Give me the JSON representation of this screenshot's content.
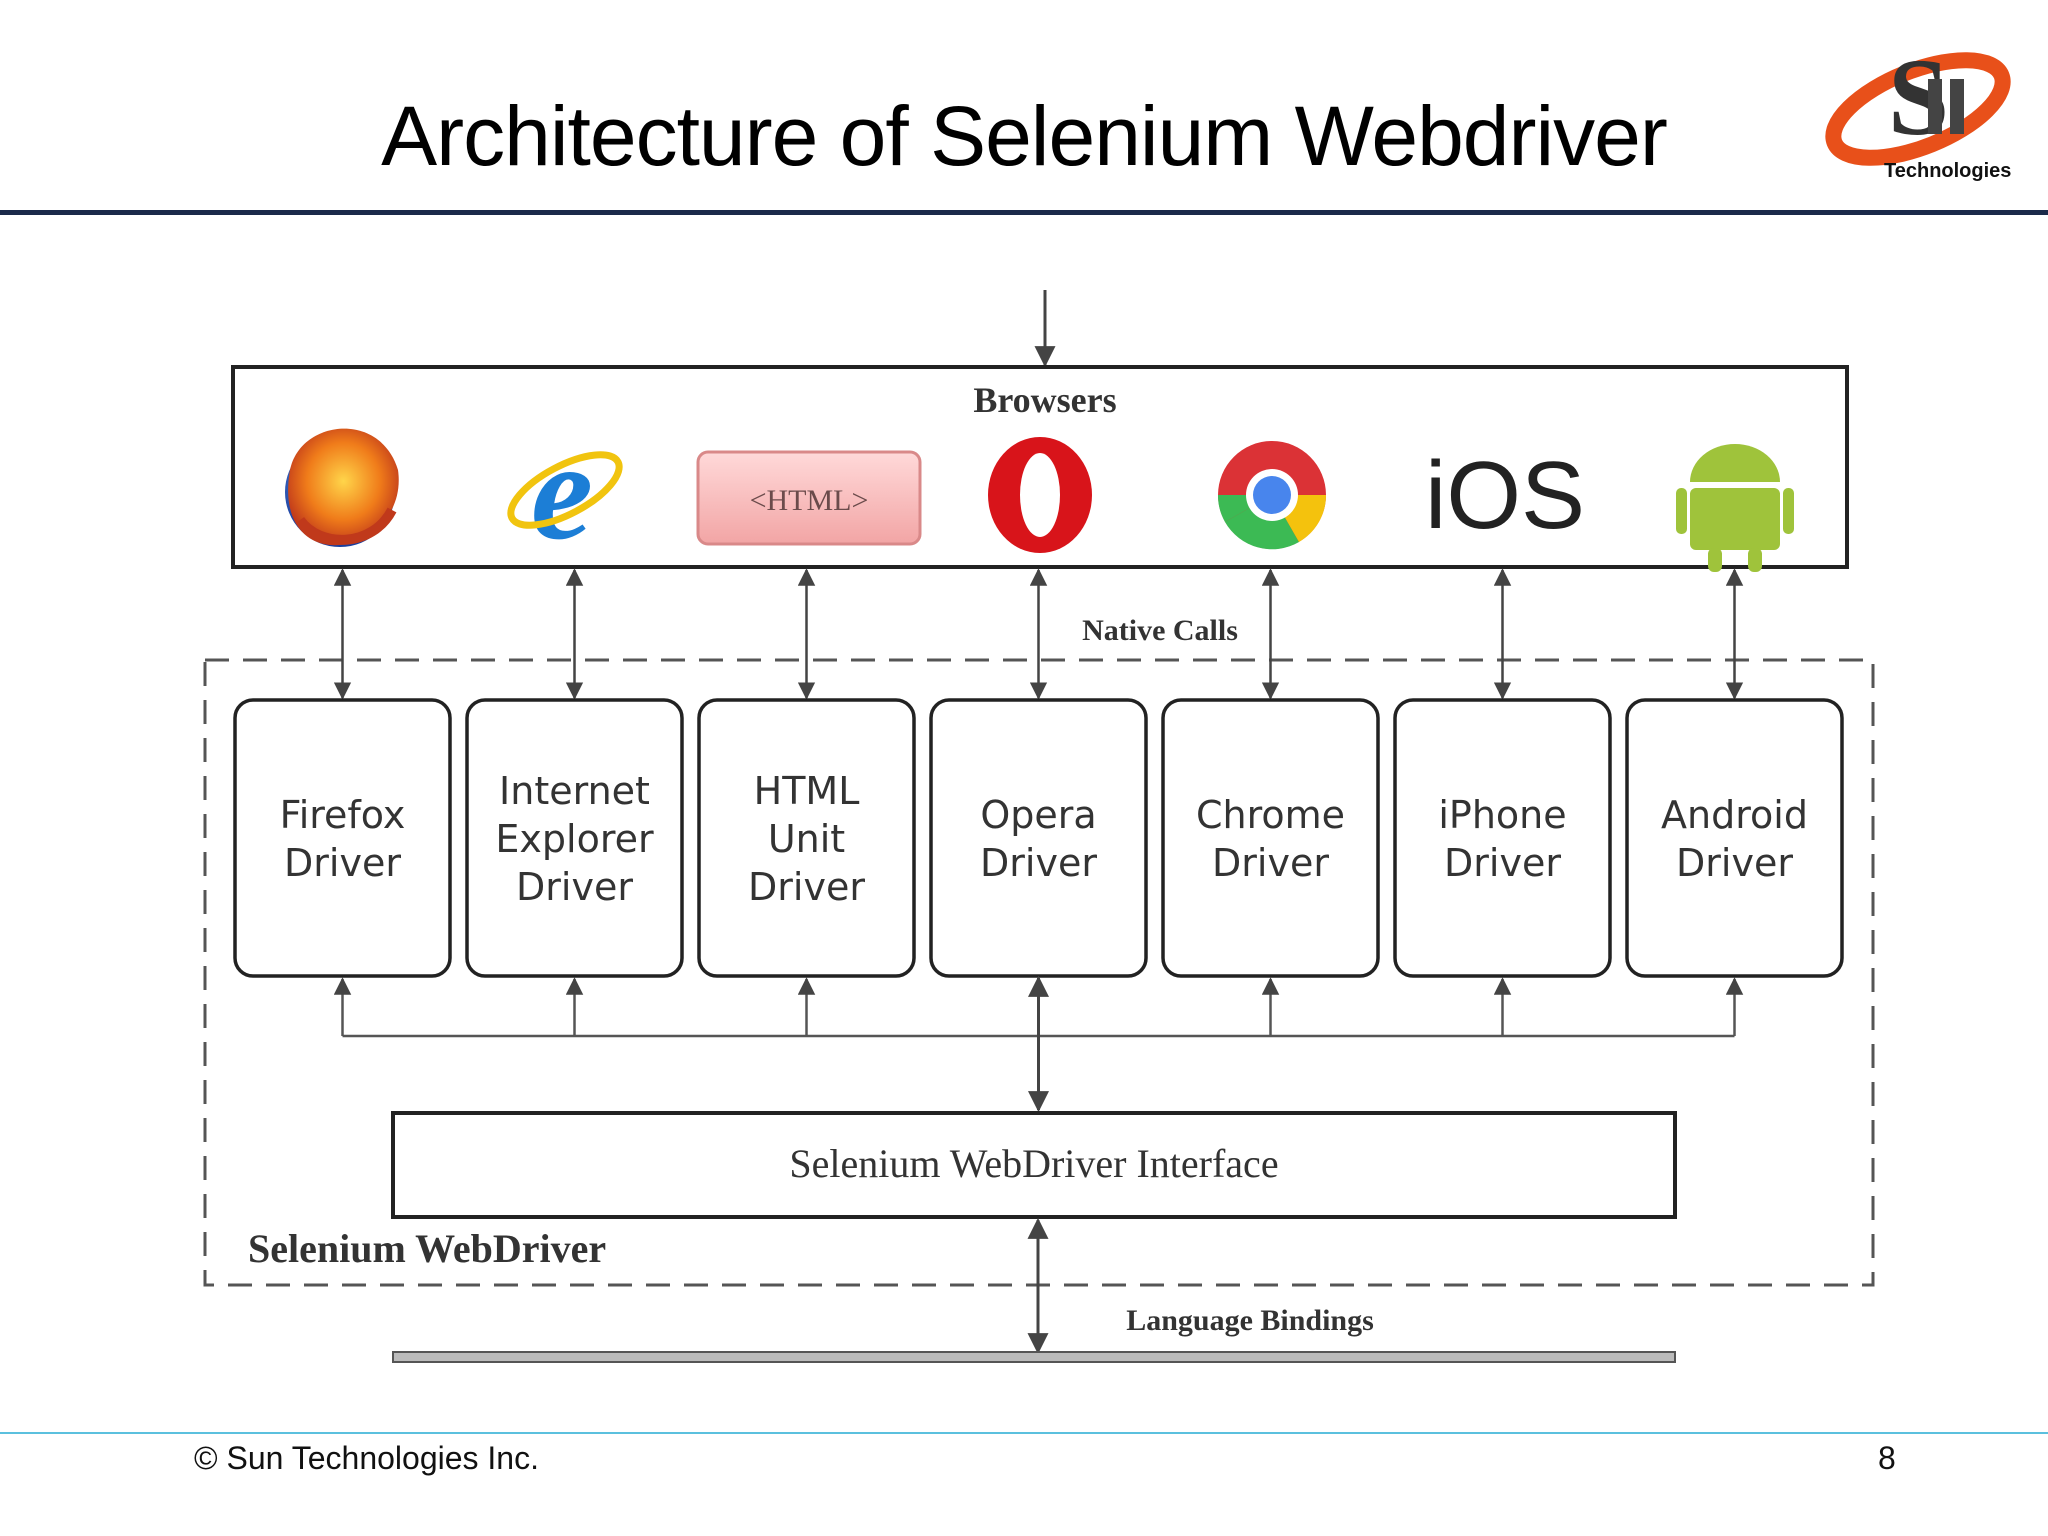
{
  "slide": {
    "title": "Architecture of Selenium Webdriver",
    "logo_text": "Technologies",
    "footer_left": "© Sun Technologies Inc.",
    "page_number": "8"
  },
  "diagram": {
    "browsers_label": "Browsers",
    "html_badge": "<HTML>",
    "ios_text": "iOS",
    "native_calls": "Native Calls",
    "drivers": [
      {
        "lines": [
          "Firefox",
          "Driver"
        ]
      },
      {
        "lines": [
          "Internet",
          "Explorer",
          "Driver"
        ]
      },
      {
        "lines": [
          "HTML",
          "Unit",
          "Driver"
        ]
      },
      {
        "lines": [
          "Opera",
          "Driver"
        ]
      },
      {
        "lines": [
          "Chrome",
          "Driver"
        ]
      },
      {
        "lines": [
          "iPhone",
          "Driver"
        ]
      },
      {
        "lines": [
          "Android",
          "Driver"
        ]
      }
    ],
    "interface_label": "Selenium WebDriver Interface",
    "group_label": "Selenium WebDriver",
    "bindings_label": "Language Bindings"
  }
}
